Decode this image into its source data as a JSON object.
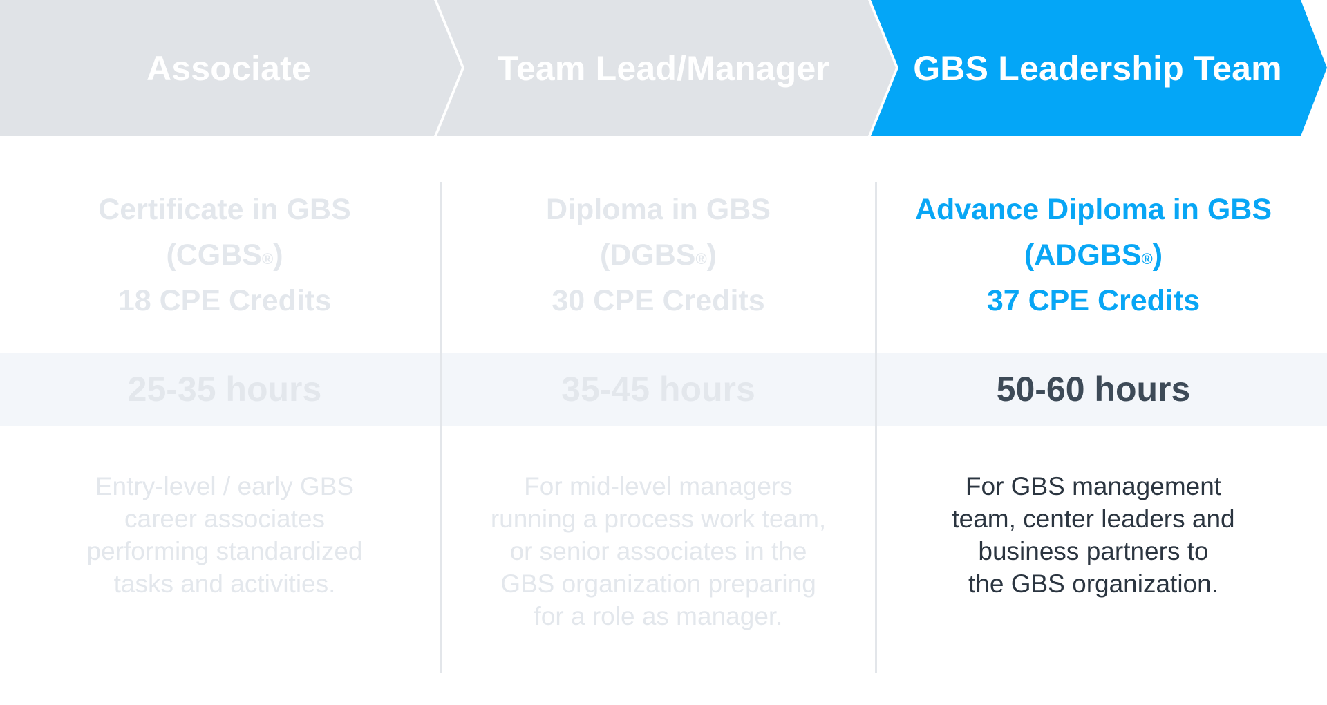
{
  "colors": {
    "inactive_chevron": "#e0e3e7",
    "active_chevron": "#04a6f7",
    "faded_text": "#e3e7ec",
    "active_title": "#08a6f5",
    "hours_active": "#3d4a57",
    "desc_active": "#2b3540",
    "band": "#f3f6fa"
  },
  "steps": [
    {
      "label": "Associate",
      "title_line1": "Certificate in GBS",
      "title_abbr": "(CGBS",
      "title_close": ")",
      "registered": "®",
      "credits": "18 CPE Credits",
      "hours": "25-35 hours",
      "desc": [
        "Entry-level / early GBS",
        "career associates",
        "performing standardized",
        "tasks and activities."
      ]
    },
    {
      "label": "Team Lead/Manager",
      "title_line1": "Diploma in GBS",
      "title_abbr": "(DGBS",
      "title_close": ")",
      "registered": "®",
      "credits": "30 CPE Credits",
      "hours": "35-45 hours",
      "desc": [
        "For mid-level managers",
        "running a process work team,",
        "or senior associates in the",
        "GBS organization preparing",
        "for a role as manager."
      ]
    },
    {
      "label": "GBS Leadership Team",
      "title_line1": "Advance Diploma in GBS",
      "title_abbr": "(ADGBS",
      "title_close": ")",
      "registered": "®",
      "credits": "37 CPE Credits",
      "hours": "50-60 hours",
      "desc": [
        "For GBS management",
        "team, center leaders and",
        "business partners to",
        "the GBS organization."
      ]
    }
  ]
}
